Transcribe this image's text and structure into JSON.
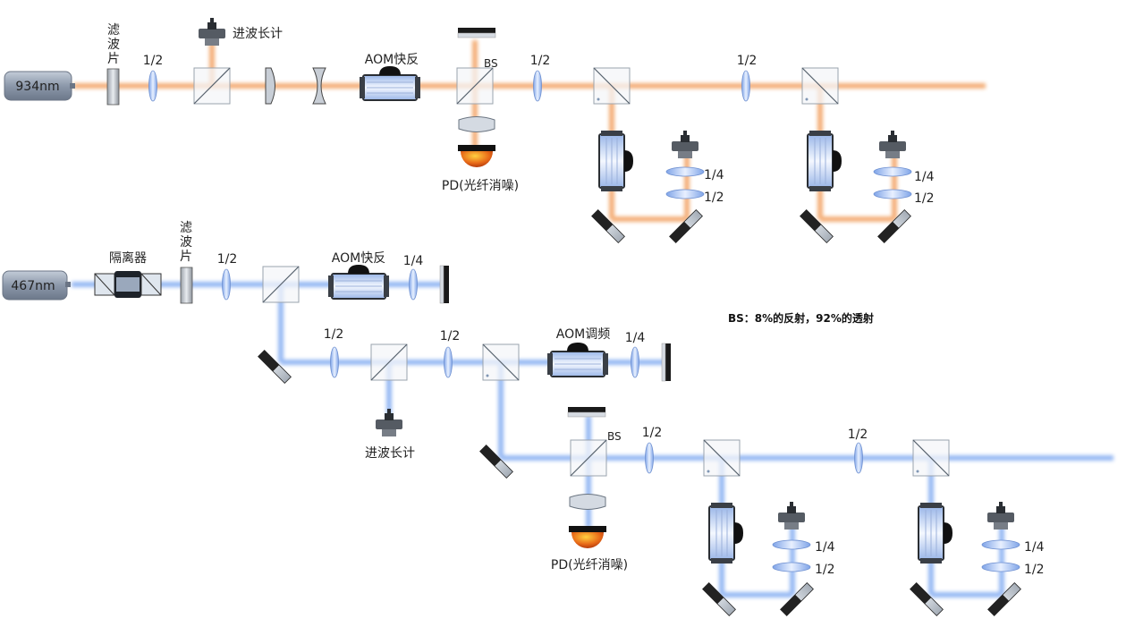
{
  "colors": {
    "orange_beam": "#f0a060",
    "blue_beam": "#8fb2ee",
    "laser_body": "#9aa6b6",
    "pd_dome": "#e05a10"
  },
  "lasers": {
    "orange": "934nm",
    "blue": "467nm"
  },
  "labels": {
    "filter": [
      "滤",
      "波",
      "片"
    ],
    "half": "1/2",
    "quarter": "1/4",
    "wavemeter": "进波长计",
    "aom_fast": "AOM快反",
    "aom_mod": "AOM调频",
    "bs": "BS",
    "pd": "PD(光纤消噪)",
    "isolator": "隔离器"
  },
  "note": "BS：8%的反射，92%的透射",
  "icons": [
    "laser-icon",
    "mirror-icon",
    "beam-splitter-icon",
    "waveplate-icon",
    "aom-icon",
    "photodiode-icon",
    "fiber-coupler-icon",
    "lens-icon",
    "isolator-icon"
  ]
}
